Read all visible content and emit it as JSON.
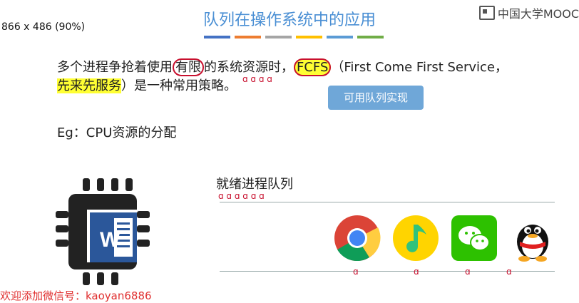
{
  "overlay": {
    "size_text": "866 x 486 (90%)"
  },
  "brand": {
    "logo_text": "中国大学MOOC"
  },
  "slide": {
    "title": "队列在操作系统中的应用",
    "bar_colors": [
      "#4472c4",
      "#ed7d31",
      "#a5a5a5",
      "#ffc000",
      "#5b9bd5",
      "#70ad47"
    ],
    "para": {
      "seg1": "多个进程争抢着使用",
      "seg2": "有限",
      "seg3": "的系统资源时，",
      "seg4": "FCFS",
      "seg5": "（First Come First Service，",
      "seg6": "先来先服务",
      "seg7": "）是一种常用策略。"
    },
    "callout": {
      "text": "可用队列实现"
    },
    "example": {
      "text": "Eg：CPU资源的分配"
    },
    "queue": {
      "label": "就绪进程队列"
    },
    "apps": [
      "chrome-icon",
      "qq-music-icon",
      "wechat-icon",
      "qq-icon"
    ]
  },
  "footer": {
    "text": "欢迎添加微信号：kaoyan6886"
  },
  "colors": {
    "title": "#4a8fd4",
    "highlight": "#ffff33",
    "annotation": "#c8102e",
    "callout": "#6fa7d8"
  }
}
